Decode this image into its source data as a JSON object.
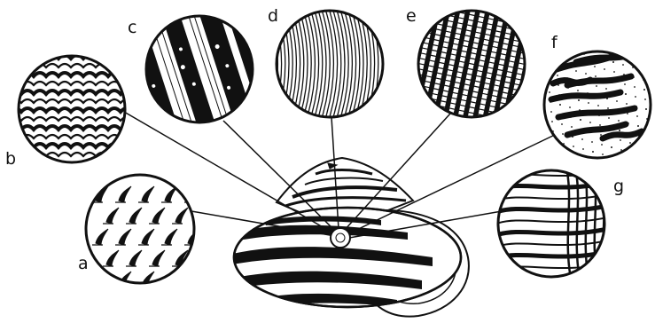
{
  "figure": {
    "labels": {
      "a": "a",
      "b": "b",
      "c": "c",
      "d": "d",
      "e": "e",
      "f": "f",
      "g": "g"
    }
  },
  "colors": {
    "ink": "#111111",
    "paper": "#ffffff"
  }
}
